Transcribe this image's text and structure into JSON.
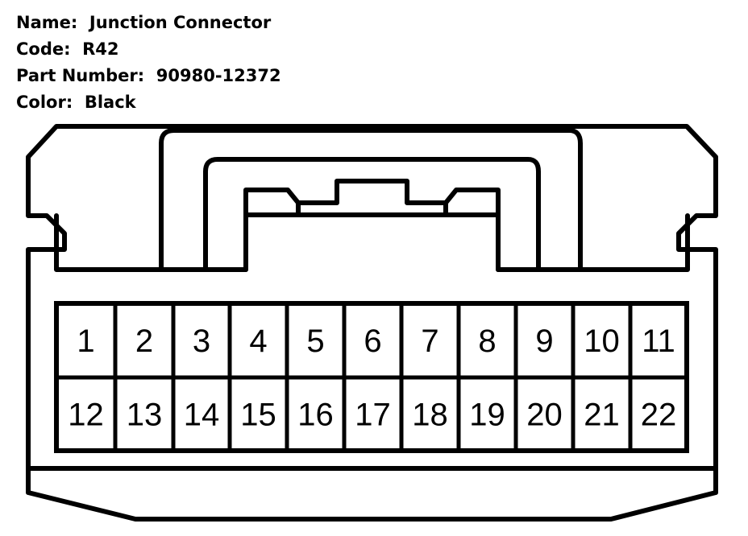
{
  "info": {
    "name_label": "Name:",
    "name_value": "Junction Connector",
    "code_label": "Code:",
    "code_value": "R42",
    "part_label": "Part Number:",
    "part_value": "90980-12372",
    "color_label": "Color:",
    "color_value": "Black"
  },
  "pins": {
    "row1": [
      "1",
      "2",
      "3",
      "4",
      "5",
      "6",
      "7",
      "8",
      "9",
      "10",
      "11"
    ],
    "row2": [
      "12",
      "13",
      "14",
      "15",
      "16",
      "17",
      "18",
      "19",
      "20",
      "21",
      "22"
    ]
  },
  "colors": {
    "stroke": "#000000",
    "background": "#ffffff"
  }
}
